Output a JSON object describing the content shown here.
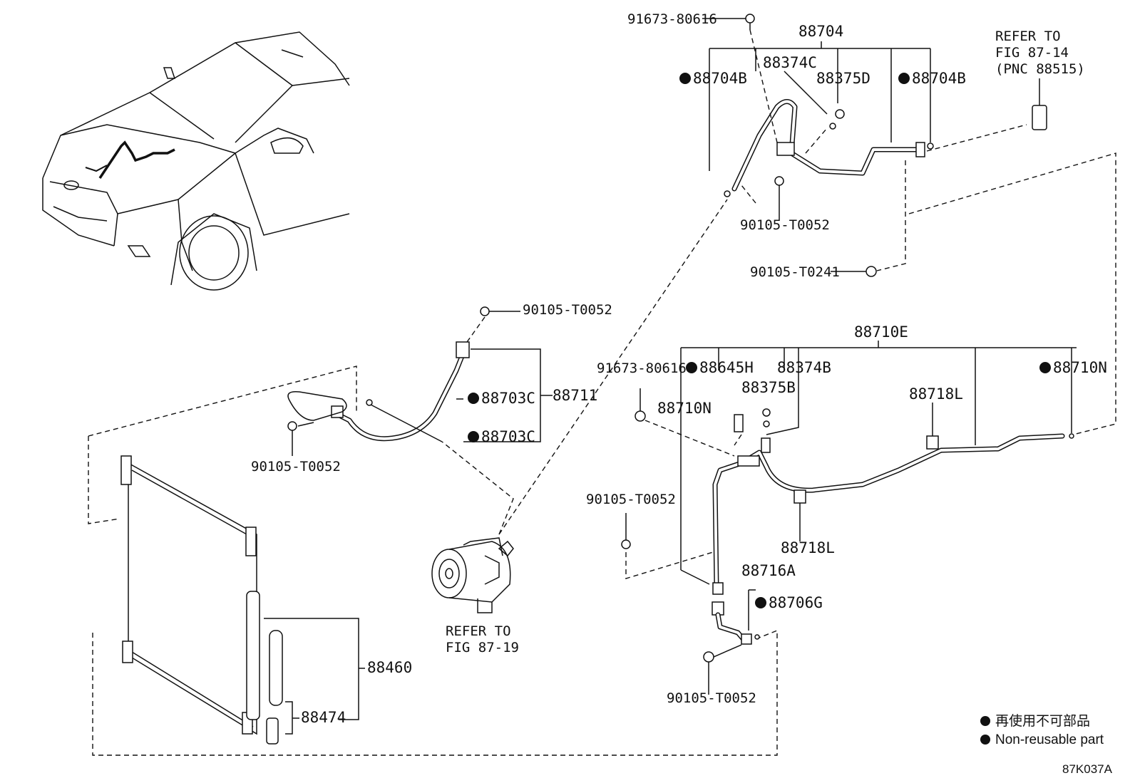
{
  "diagram_id": "87K037A",
  "legend": {
    "jp": "再使用不可部品",
    "en": "Non-reusable part"
  },
  "labels": {
    "p91673_top": "91673-80616",
    "p88704": "88704",
    "p88374C": "88374C",
    "p88375D": "88375D",
    "p88704B_left": "88704B",
    "p88704B_right": "88704B",
    "p90105_T0052_top": "90105-T0052",
    "p90105_T0241": "90105-T0241",
    "refer_top_1": "REFER TO",
    "refer_top_2": "FIG 87-14",
    "refer_top_3": "(PNC 88515)",
    "p90105_T0052_mid": "90105-T0052",
    "p88711": "88711",
    "p88703C_a": "88703C",
    "p88703C_b": "88703C",
    "p90105_T0052_left": "90105-T0052",
    "refer_comp_1": "REFER TO",
    "refer_comp_2": "FIG 87-19",
    "p88460": "88460",
    "p88474": "88474",
    "p88710E": "88710E",
    "p91673_mid": "91673-80616",
    "p88645H": "88645H",
    "p88374B": "88374B",
    "p88375B": "88375B",
    "p88710N_left": "88710N",
    "p88710N_right": "88710N",
    "p88718L_top": "88718L",
    "p88718L_bottom": "88718L",
    "p90105_T0052_right": "90105-T0052",
    "p88716A": "88716A",
    "p88706G": "88706G",
    "p90105_T0052_bottom": "90105-T0052"
  }
}
